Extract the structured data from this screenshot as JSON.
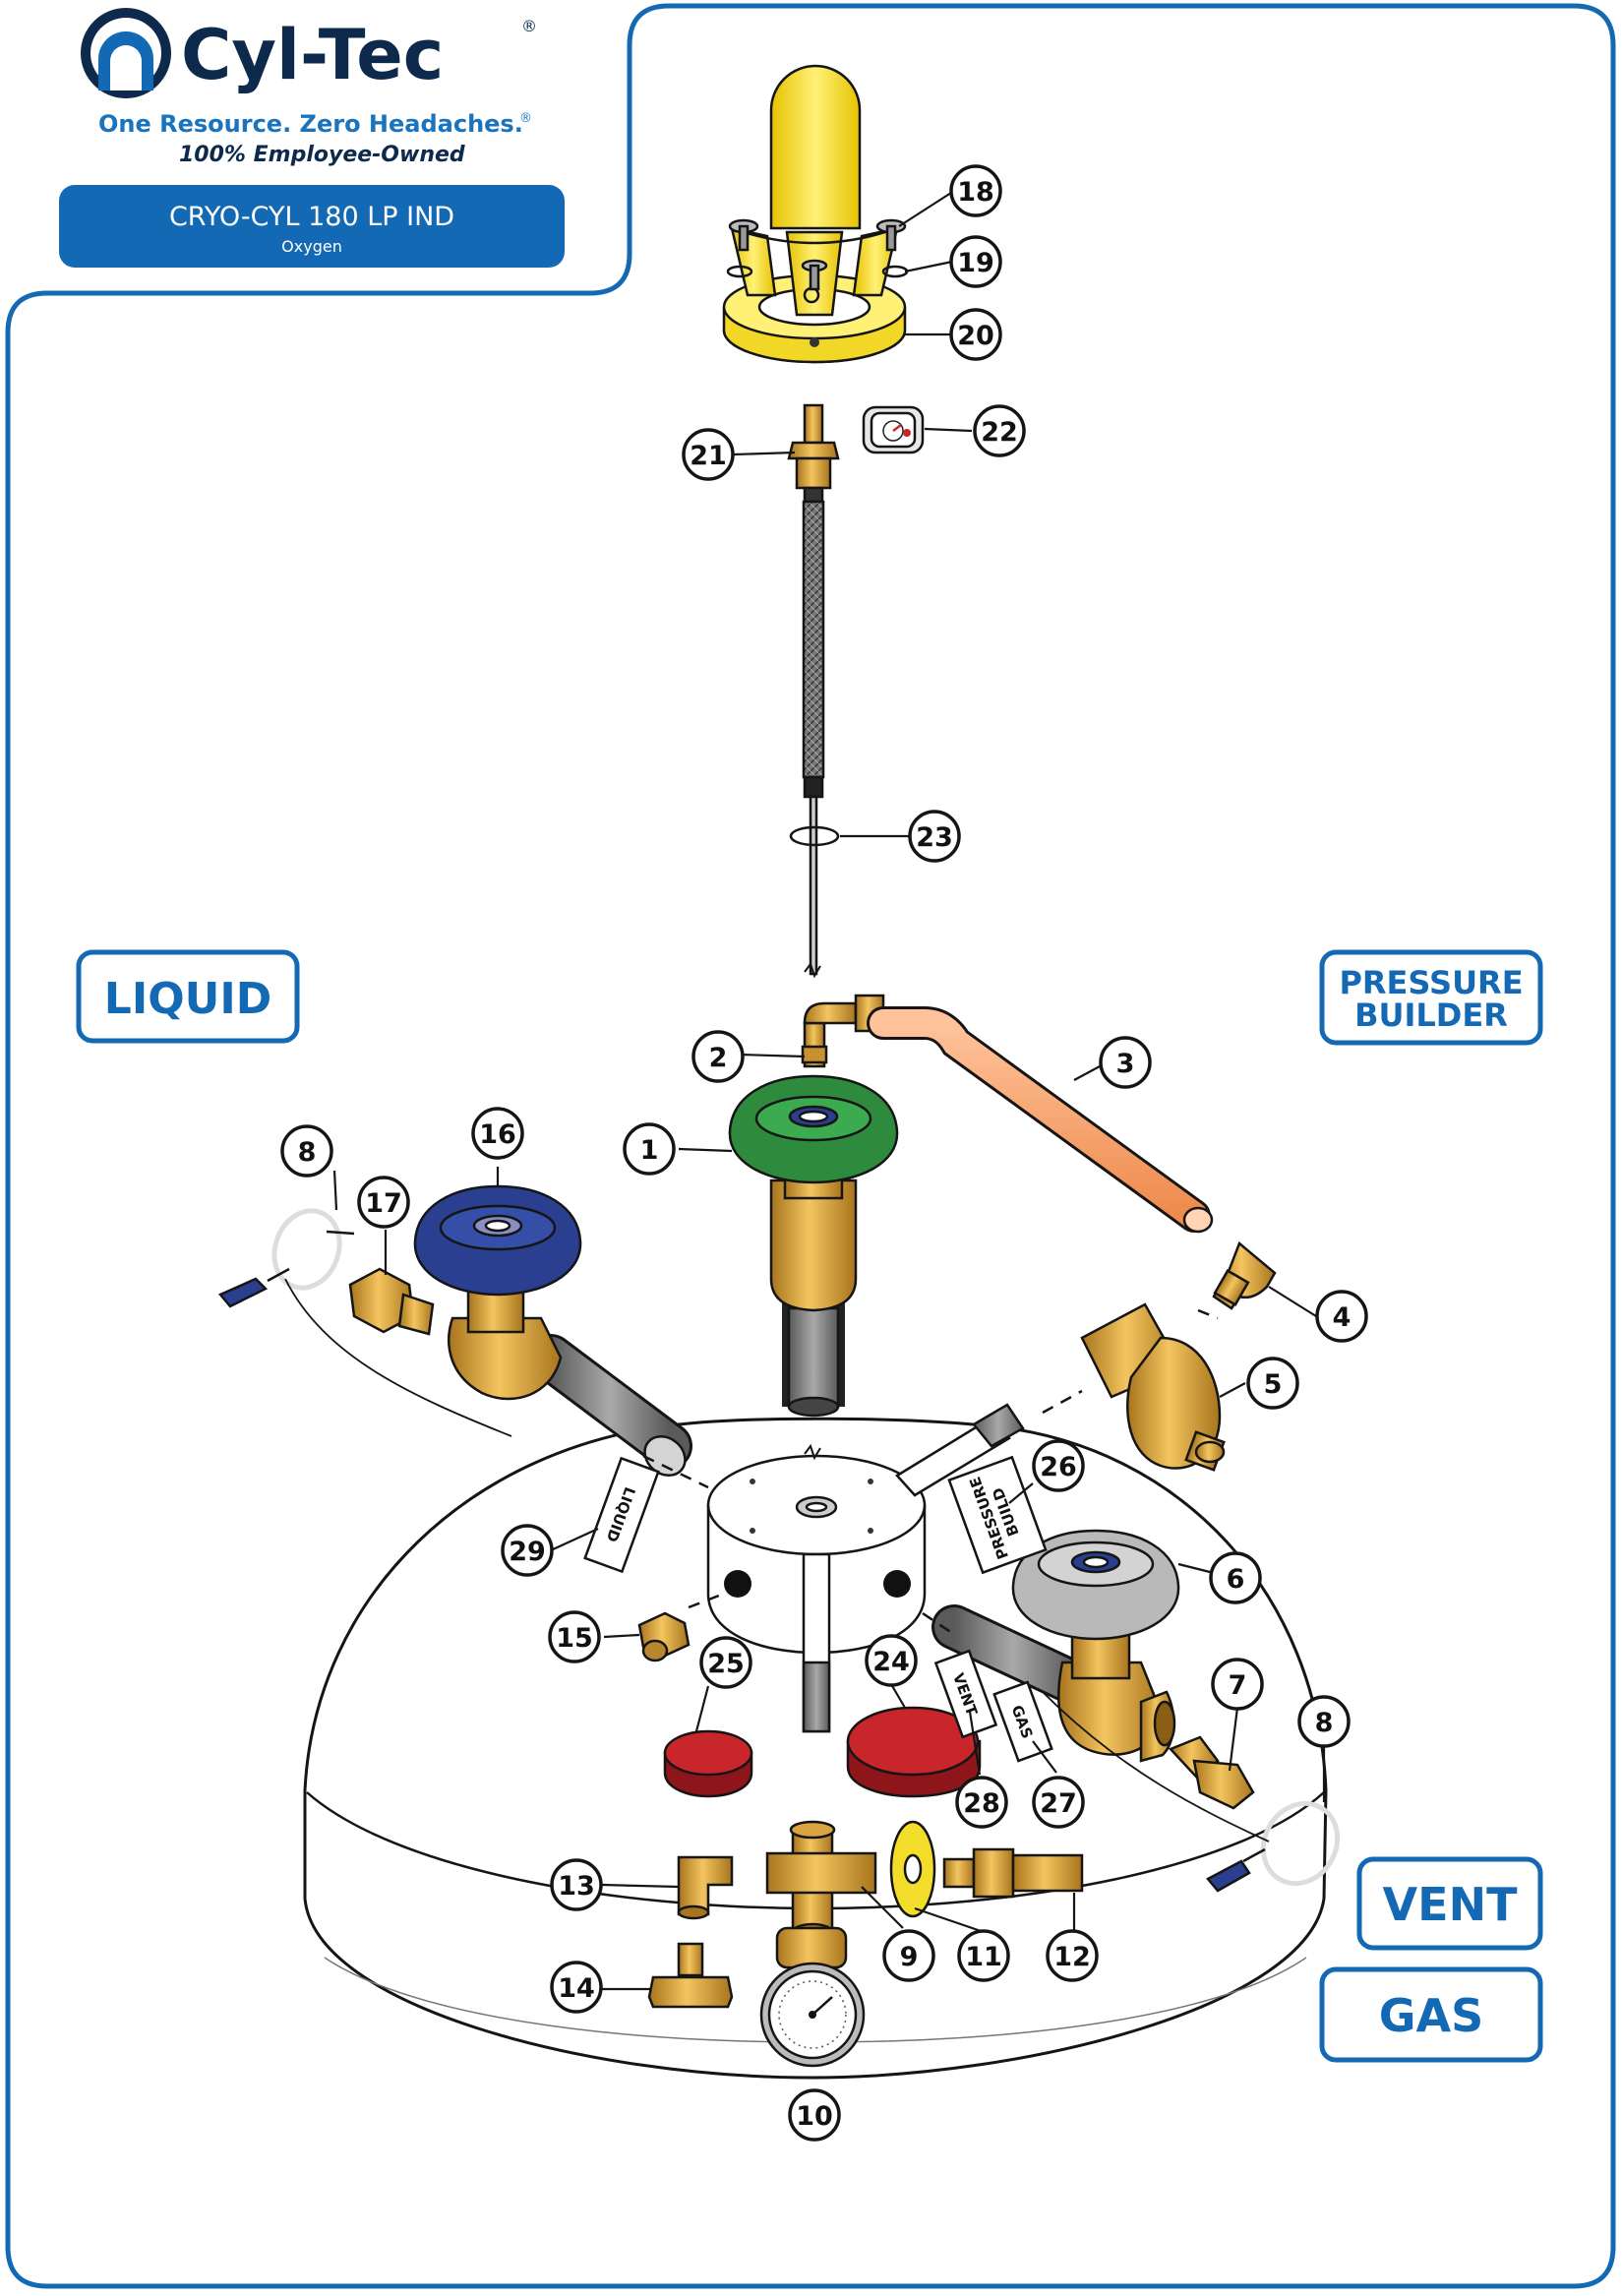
{
  "brand": {
    "name": "Cyl-Tec",
    "registered": "®",
    "tagline": "One Resource. Zero Headaches.",
    "tagline_mark": "®",
    "subtitle": "100% Employee-Owned"
  },
  "model": {
    "title": "CRYO-CYL 180 LP IND",
    "gas": "Oxygen"
  },
  "sections": {
    "liquid": "LIQUID",
    "pressure_builder_line1": "PRESSURE",
    "pressure_builder_line2": "BUILDER",
    "vent": "VENT",
    "gas": "GAS"
  },
  "tags": {
    "liquid": "LIQUID",
    "pressure_build_line1": "PRESSURE",
    "pressure_build_line2": "BUILD",
    "vent": "VENT",
    "gas": "GAS"
  },
  "callouts": [
    "1",
    "2",
    "3",
    "4",
    "5",
    "6",
    "7",
    "8",
    "9",
    "10",
    "11",
    "12",
    "13",
    "14",
    "15",
    "16",
    "17",
    "18",
    "19",
    "20",
    "21",
    "22",
    "23",
    "24",
    "25",
    "26",
    "27",
    "28",
    "29"
  ],
  "colors": {
    "brand_blue": "#1469b4",
    "brand_navy": "#0d2a4c",
    "brass": "#d9a441",
    "liquid_handwheel": "#2a3f8f",
    "pressure_handwheel": "#2e8b3d",
    "vent_handwheel": "#b9b9b9",
    "guard": "#f2de2a",
    "tubing": "#f4a26b",
    "caps": "#c8262b"
  }
}
